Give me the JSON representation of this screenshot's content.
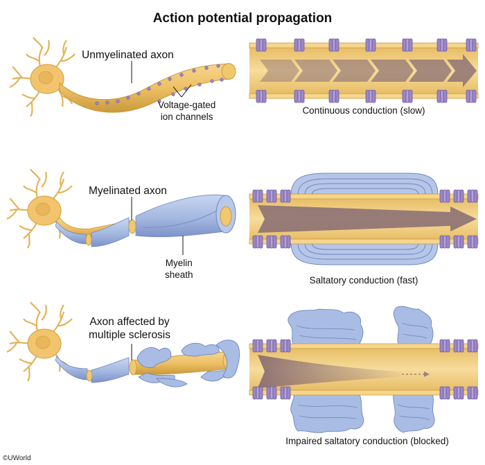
{
  "title": "Action potential propagation",
  "panels": [
    {
      "axon_label": "Unmyelinated axon",
      "annotation": "Voltage-gated\nion channels",
      "conduction_caption": "Continuous conduction (slow)"
    },
    {
      "axon_label": "Myelinated axon",
      "annotation": "Myelin\nsheath",
      "conduction_caption": "Saltatory conduction (fast)"
    },
    {
      "axon_label": "Axon affected by\nmultiple sclerosis",
      "conduction_caption": "Impaired saltatory conduction (blocked)"
    }
  ],
  "copyright": "©UWorld",
  "colors": {
    "axon": "#f0c46a",
    "axon_dark": "#c99a3c",
    "neuron": "#f2c46e",
    "myelin": "#a9bde4",
    "myelin_dark": "#6e86bd",
    "channel": "#9b86c6",
    "arrow": "#8a6e73"
  }
}
